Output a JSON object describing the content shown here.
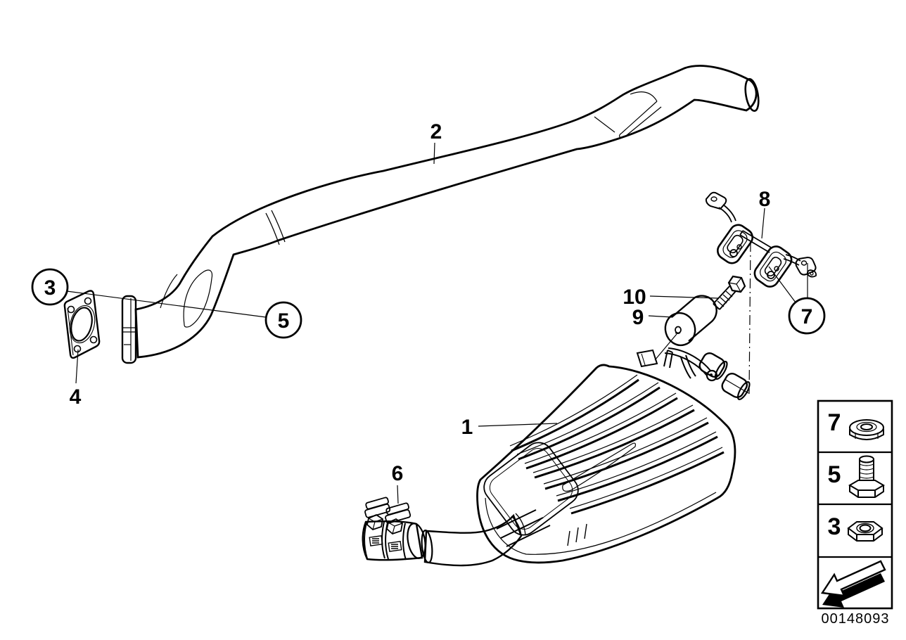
{
  "figure": {
    "background": "#ffffff",
    "ink": "#000000",
    "part_number": "00148093"
  },
  "callouts": {
    "items": [
      {
        "n": "1",
        "circled": false,
        "target": "rear-muffler"
      },
      {
        "n": "2",
        "circled": false,
        "target": "front-pipe"
      },
      {
        "n": "3",
        "circled": true,
        "target": "flange-fastener"
      },
      {
        "n": "4",
        "circled": false,
        "target": "gasket"
      },
      {
        "n": "5",
        "circled": true,
        "target": "flange-screw"
      },
      {
        "n": "6",
        "circled": false,
        "target": "clamp"
      },
      {
        "n": "7",
        "circled": true,
        "target": "hanger-fastener"
      },
      {
        "n": "8",
        "circled": false,
        "target": "hanger-bracket"
      },
      {
        "n": "9",
        "circled": false,
        "target": "vibration-damper"
      },
      {
        "n": "10",
        "circled": false,
        "target": "hex-bolt"
      }
    ]
  },
  "legend": {
    "rows": [
      {
        "ref": "7",
        "icon": "flange-nut-icon"
      },
      {
        "ref": "5",
        "icon": "screw-icon"
      },
      {
        "ref": "3",
        "icon": "hex-nut-icon"
      }
    ],
    "arrow_icon": "direction-arrow-icon"
  }
}
